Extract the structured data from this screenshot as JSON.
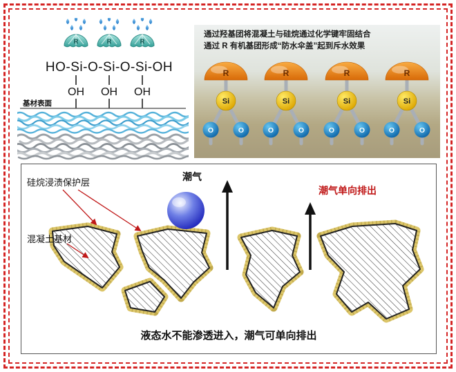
{
  "colors": {
    "frame_red": "#d42424",
    "accent_red": "#c01818",
    "si_yellow": "#f2c200",
    "o_blue": "#1878c0",
    "r_orange": "#e8821a",
    "coating_yellow": "#dcc66a",
    "umbrella_teal": "#58b8b0",
    "drop_blue": "#3b9de0"
  },
  "left_panel": {
    "formula": "HO-Si-O-Si-O-Si-OH",
    "hydroxyl_labels": [
      "OH",
      "OH",
      "OH"
    ],
    "umbrella_r_labels": [
      "R",
      "R",
      "R"
    ],
    "surface_label": "基材表面"
  },
  "right_panel": {
    "caption_line1": "通过羟基团将混凝土与硅烷通过化学键牢固结合",
    "caption_line2": "通过 R 有机基团形成“防水伞盖”起到斥水效果",
    "r_labels": [
      "R",
      "R",
      "R",
      "R"
    ],
    "si_labels": [
      "Si",
      "Si",
      "Si",
      "Si"
    ],
    "o_labels": [
      "O",
      "O",
      "O",
      "O",
      "O",
      "O",
      "O",
      "O"
    ]
  },
  "bottom_panel": {
    "protective_layer_label": "硅烷浸渍保护层",
    "substrate_label": "混凝土基材",
    "moisture_label": "潮气",
    "moisture_exit_label": "潮气单向排出",
    "caption": "液态水不能渗透进入，潮气可单向排出"
  }
}
